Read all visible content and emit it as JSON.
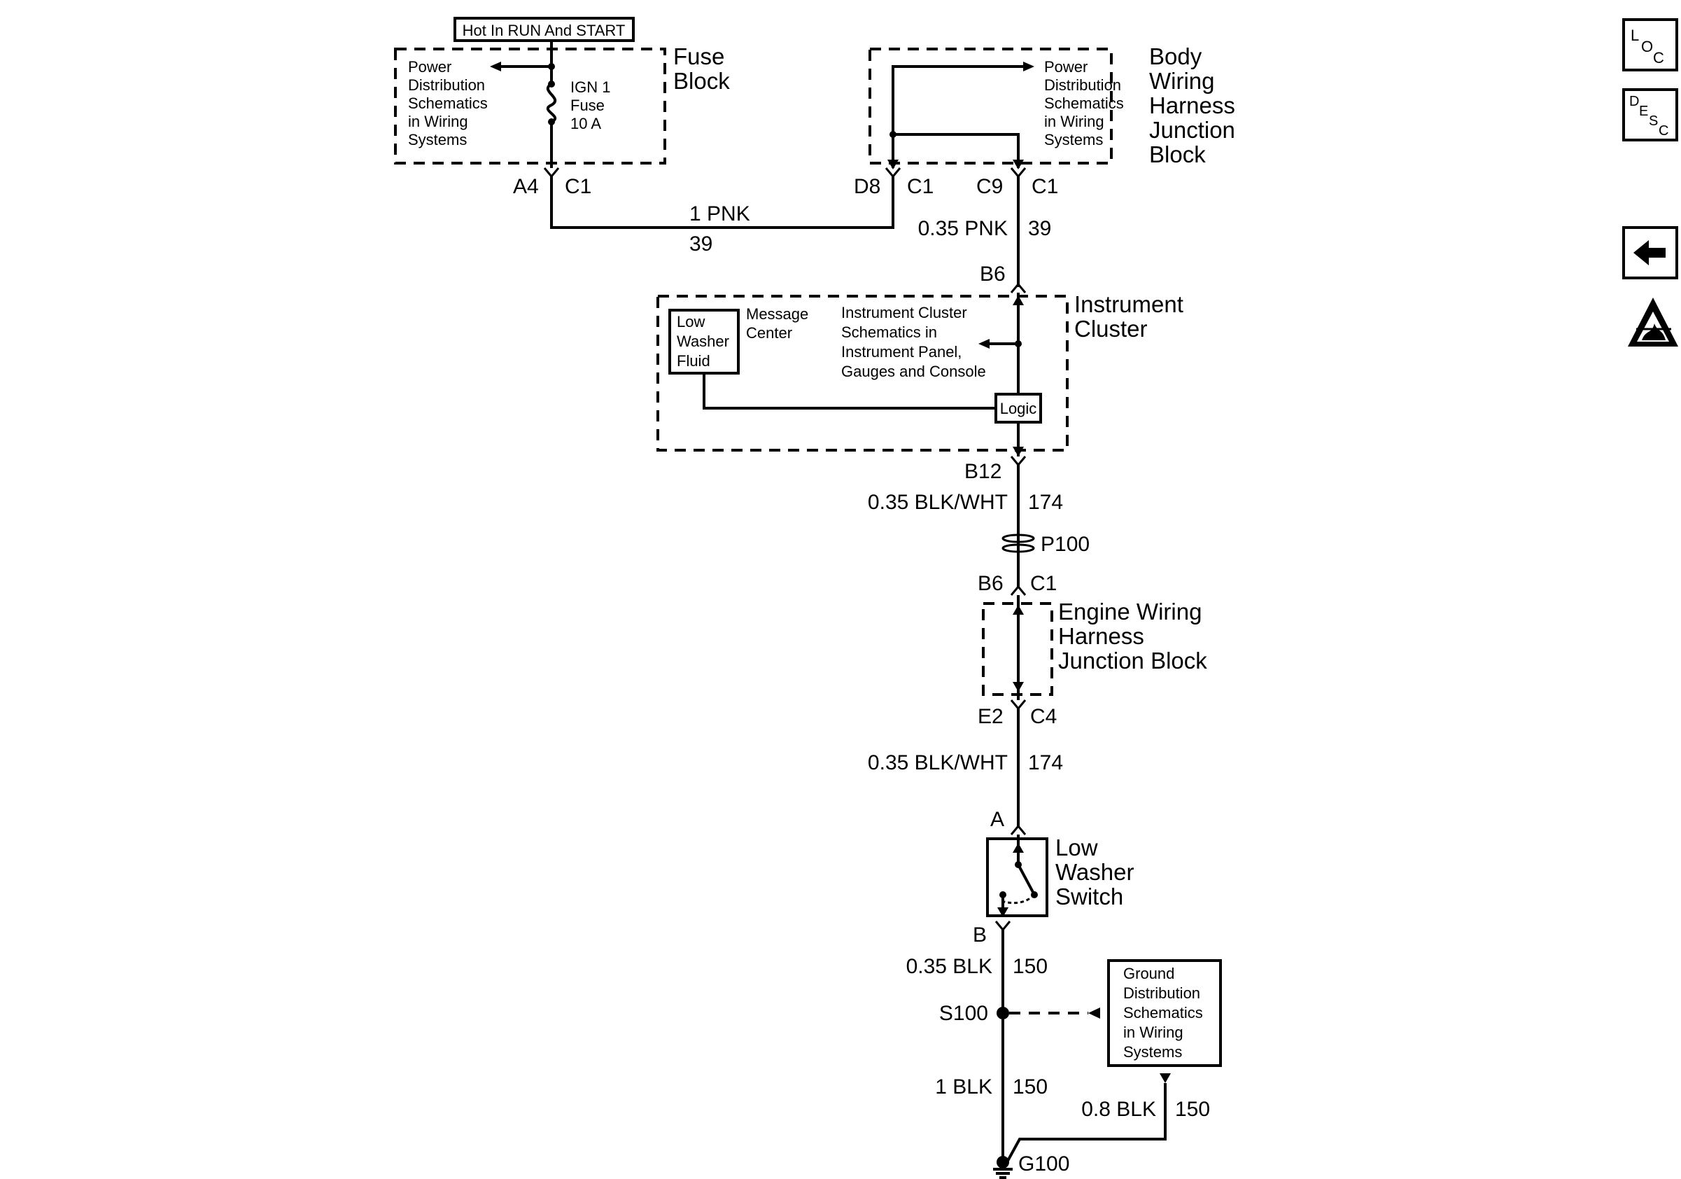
{
  "fuse_block": {
    "hot_label": "Hot In RUN And START",
    "name_line1": "Fuse",
    "name_line2": "Block",
    "ref_line1": "Power",
    "ref_line2": "Distribution",
    "ref_line3": "Schematics",
    "ref_line4": "in Wiring",
    "ref_line5": "Systems",
    "fuse_line1": "IGN 1",
    "fuse_line2": "Fuse",
    "fuse_line3": "10 A",
    "pin": "A4",
    "conn": "C1"
  },
  "body_junction": {
    "name_line1": "Body",
    "name_line2": "Wiring",
    "name_line3": "Harness",
    "name_line4": "Junction",
    "name_line5": "Block",
    "ref_line1": "Power",
    "ref_line2": "Distribution",
    "ref_line3": "Schematics",
    "ref_line4": "in Wiring",
    "ref_line5": "Systems",
    "pin_left": "D8",
    "conn_left": "C1",
    "pin_right": "C9",
    "conn_right": "C1"
  },
  "wires": {
    "w1_gauge": "1 PNK",
    "w1_circuit": "39",
    "w2_gauge": "0.35 PNK",
    "w2_circuit": "39",
    "w3_gauge": "0.35 BLK/WHT",
    "w3_circuit": "174",
    "w4_gauge": "0.35 BLK/WHT",
    "w4_circuit": "174",
    "w5_gauge": "0.35 BLK",
    "w5_circuit": "150",
    "w6_gauge": "1 BLK",
    "w6_circuit": "150",
    "w7_gauge": "0.8 BLK",
    "w7_circuit": "150"
  },
  "instrument_cluster": {
    "name_line1": "Instrument",
    "name_line2": "Cluster",
    "pin_top": "B6",
    "pin_bottom": "B12",
    "lwf_line1": "Low",
    "lwf_line2": "Washer",
    "lwf_line3": "Fluid",
    "msg_line1": "Message",
    "msg_line2": "Center",
    "ref_line1": "Instrument Cluster",
    "ref_line2": "Schematics in",
    "ref_line3": "Instrument Panel,",
    "ref_line4": "Gauges and Console",
    "logic": "Logic"
  },
  "p100": "P100",
  "engine_junction": {
    "name_line1": "Engine Wiring",
    "name_line2": "Harness",
    "name_line3": "Junction Block",
    "pin_top": "B6",
    "conn_top": "C1",
    "pin_bottom": "E2",
    "conn_bottom": "C4"
  },
  "switch": {
    "name_line1": "Low",
    "name_line2": "Washer",
    "name_line3": "Switch",
    "pin_a": "A",
    "pin_b": "B"
  },
  "splice": "S100",
  "ground": "G100",
  "ground_dist": {
    "line1": "Ground",
    "line2": "Distribution",
    "line3": "Schematics",
    "line4": "in Wiring",
    "line5": "Systems"
  },
  "side_nav": {
    "loc_l": "L",
    "loc_o": "O",
    "loc_c": "C",
    "desc_d": "D",
    "desc_e": "E",
    "desc_s": "S",
    "desc_c": "C",
    "back_icon": "arrow-left-icon",
    "esd_icon": "esd-warning-icon"
  }
}
